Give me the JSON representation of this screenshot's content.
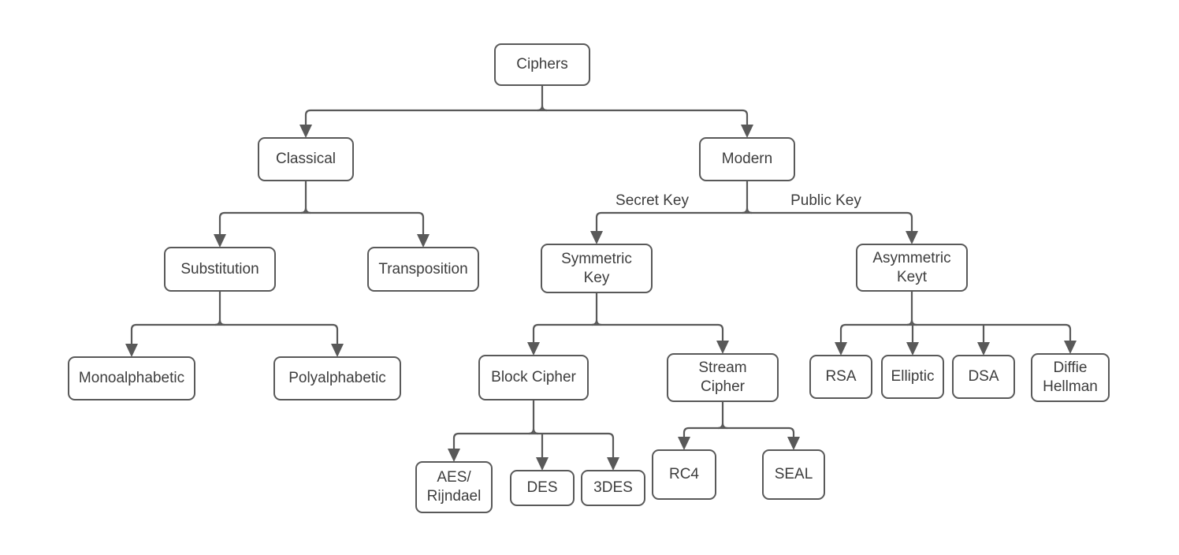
{
  "colors": {
    "background": "#ffffff",
    "box_fill": "#ffffff",
    "box_border": "#595959",
    "connector_line": "#595959",
    "arrowhead": "#595959",
    "text": "#3d3d3d"
  },
  "nodes": {
    "ciphers": {
      "label": [
        "Ciphers"
      ]
    },
    "classical": {
      "label": [
        "Classical"
      ]
    },
    "modern": {
      "label": [
        "Modern"
      ]
    },
    "substitution": {
      "label": [
        "Substitution"
      ]
    },
    "transposition": {
      "label": [
        "Transposition"
      ]
    },
    "symmetric": {
      "label": [
        "Symmetric",
        "Key"
      ]
    },
    "asymmetric": {
      "label": [
        "Asymmetric",
        "Keyt"
      ]
    },
    "monoalphabetic": {
      "label": [
        "Monoalphabetic"
      ]
    },
    "polyalphabetic": {
      "label": [
        "Polyalphabetic"
      ]
    },
    "block": {
      "label": [
        "Block Cipher"
      ]
    },
    "stream": {
      "label": [
        "Stream",
        "Cipher"
      ]
    },
    "rsa": {
      "label": [
        "RSA"
      ]
    },
    "elliptic": {
      "label": [
        "Elliptic"
      ]
    },
    "dsa": {
      "label": [
        "DSA"
      ]
    },
    "diffie": {
      "label": [
        "Diffie",
        "Hellman"
      ]
    },
    "aes": {
      "label": [
        "AES/",
        "Rijndael"
      ]
    },
    "des": {
      "label": [
        "DES"
      ]
    },
    "tdes": {
      "label": [
        "3DES"
      ]
    },
    "rc4": {
      "label": [
        "RC4"
      ]
    },
    "seal": {
      "label": [
        "SEAL"
      ]
    }
  },
  "edge_labels": {
    "secret_key": "Secret Key",
    "public_key": "Public Key"
  },
  "edges": [
    {
      "from": "ciphers",
      "to": "classical"
    },
    {
      "from": "ciphers",
      "to": "modern"
    },
    {
      "from": "classical",
      "to": "substitution"
    },
    {
      "from": "classical",
      "to": "transposition"
    },
    {
      "from": "modern",
      "to": "symmetric",
      "label": "Secret Key"
    },
    {
      "from": "modern",
      "to": "asymmetric",
      "label": "Public Key"
    },
    {
      "from": "substitution",
      "to": "monoalphabetic"
    },
    {
      "from": "substitution",
      "to": "polyalphabetic"
    },
    {
      "from": "symmetric",
      "to": "block"
    },
    {
      "from": "symmetric",
      "to": "stream"
    },
    {
      "from": "asymmetric",
      "to": "rsa"
    },
    {
      "from": "asymmetric",
      "to": "elliptic"
    },
    {
      "from": "asymmetric",
      "to": "dsa"
    },
    {
      "from": "asymmetric",
      "to": "diffie"
    },
    {
      "from": "block",
      "to": "aes"
    },
    {
      "from": "block",
      "to": "des"
    },
    {
      "from": "block",
      "to": "tdes"
    },
    {
      "from": "stream",
      "to": "rc4"
    },
    {
      "from": "stream",
      "to": "seal"
    }
  ]
}
